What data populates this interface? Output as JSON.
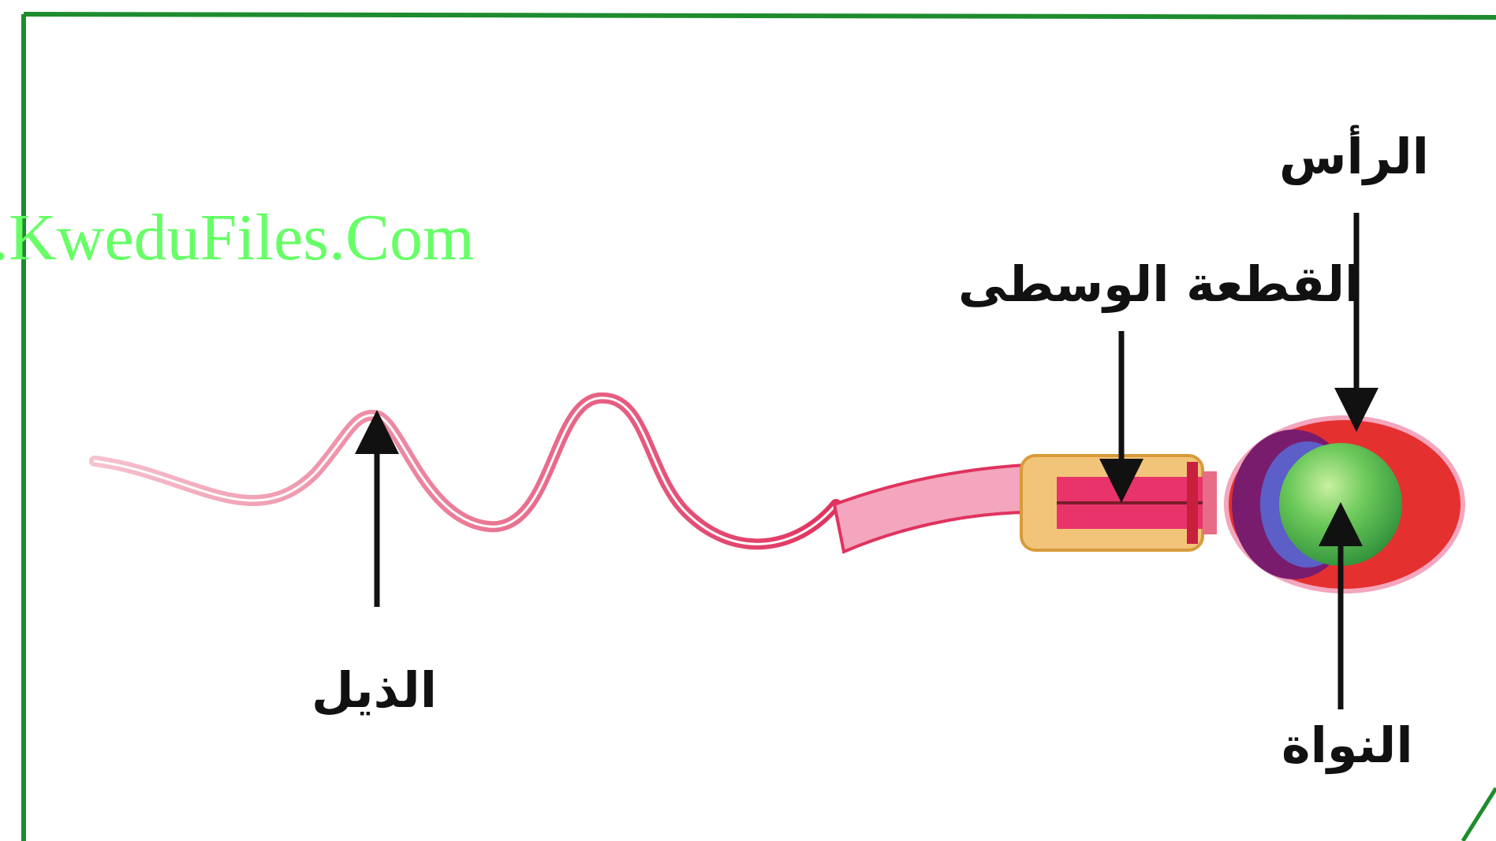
{
  "watermark": {
    "text": ".KweduFiles.Com",
    "color": "#66ff66"
  },
  "labels": {
    "head": "الرأس",
    "midpiece": "القطعة الوسطى",
    "tail": "الذيل",
    "nucleus": "النواة"
  },
  "colors": {
    "frame": "#1e8c2e",
    "tail": "#e8336b",
    "head_outer": "#e53030",
    "acrosome": "#5b5fc7",
    "nucleus": "#3fb24a",
    "midpiece": "#f2c47a",
    "arrow": "#111111"
  }
}
